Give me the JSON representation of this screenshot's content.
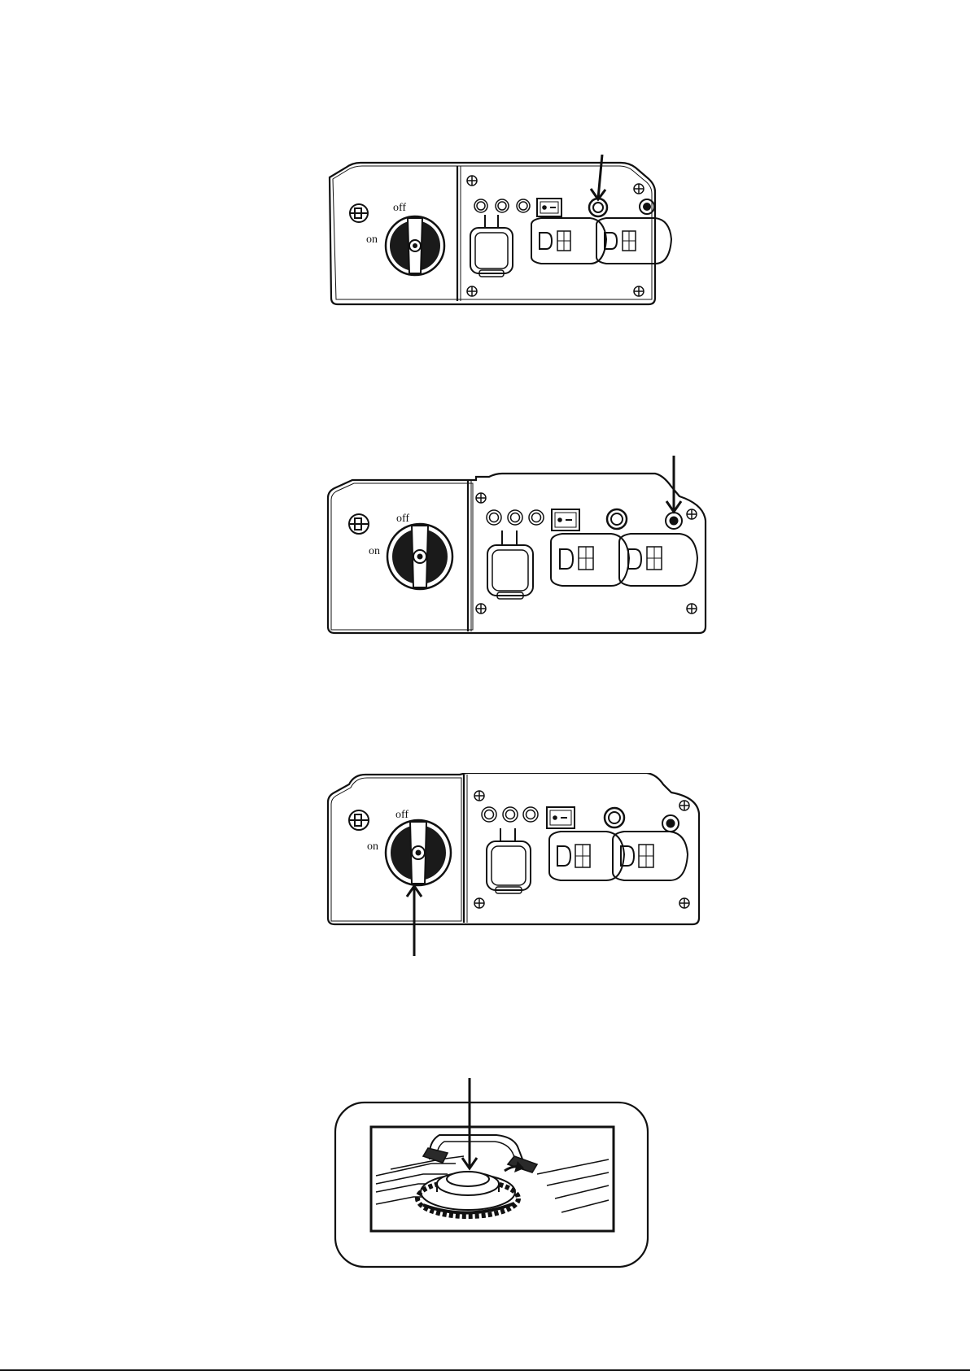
{
  "colors": {
    "ink": "#111111",
    "paper": "#ffffff",
    "fill_dark": "#1a1a1a"
  },
  "panel_labels": {
    "off": "off",
    "on": "on"
  },
  "figures": [
    {
      "name": "control-panel-1",
      "arrow_target": "indicator-lamp"
    },
    {
      "name": "control-panel-2",
      "arrow_target": "reset-button"
    },
    {
      "name": "control-panel-3",
      "arrow_target": "fuel-dial"
    },
    {
      "name": "fuel-cap-illustration",
      "arrow_target": "fuel-cap-vent"
    }
  ]
}
